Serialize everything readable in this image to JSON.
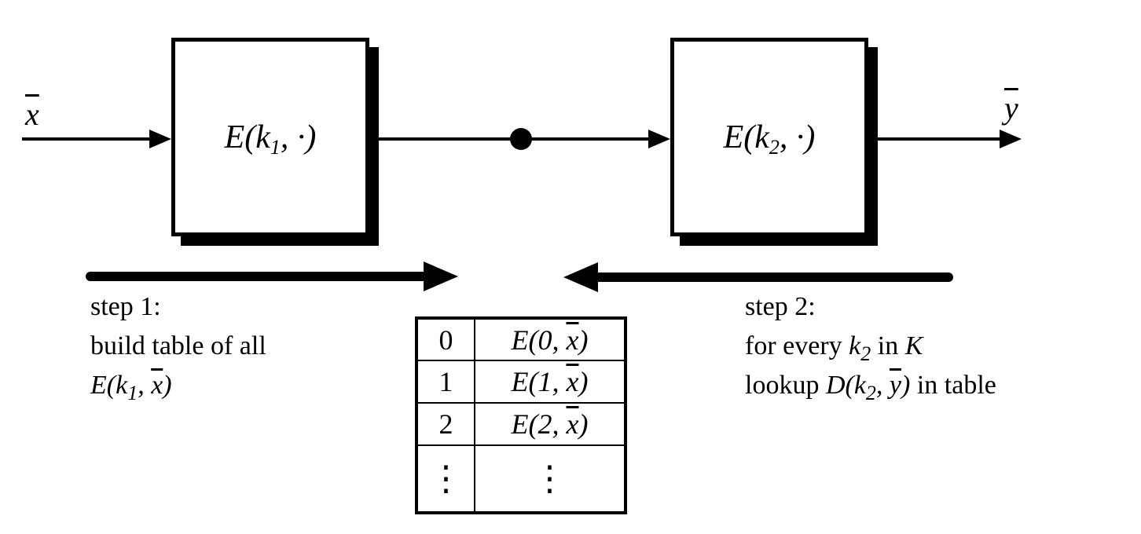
{
  "colors": {
    "ink": "#000000",
    "background": "#ffffff"
  },
  "flow": {
    "input_label": "x",
    "output_label": "y",
    "box1": {
      "pre": "E(k",
      "sub": "1",
      "post": ", ·)"
    },
    "box2": {
      "pre": "E(k",
      "sub": "2",
      "post": ", ·)"
    }
  },
  "step1": {
    "line1": "step 1:",
    "line2": "build table of all",
    "line3": {
      "pre": "E(k",
      "sub": "1",
      "mid": ", ",
      "bar": "x",
      "post": ")"
    }
  },
  "step2": {
    "line1": "step 2:",
    "line2": {
      "pre": "for every ",
      "k": "k",
      "sub": "2",
      "mid": " in ",
      "keyspace": "K"
    },
    "line3": {
      "pre": "lookup ",
      "d": "D(k",
      "sub": "2",
      "mid": ", ",
      "bar": "y",
      "post": ")",
      "end": " in table"
    }
  },
  "table": {
    "rows": [
      {
        "key": "0",
        "pre": "E(0, ",
        "bar": "x",
        "post": ")"
      },
      {
        "key": "1",
        "pre": "E(1, ",
        "bar": "x",
        "post": ")"
      },
      {
        "key": "2",
        "pre": "E(2, ",
        "bar": "x",
        "post": ")"
      },
      {
        "key": "⋮",
        "pre": "",
        "bar": "",
        "post": "⋮"
      }
    ]
  }
}
